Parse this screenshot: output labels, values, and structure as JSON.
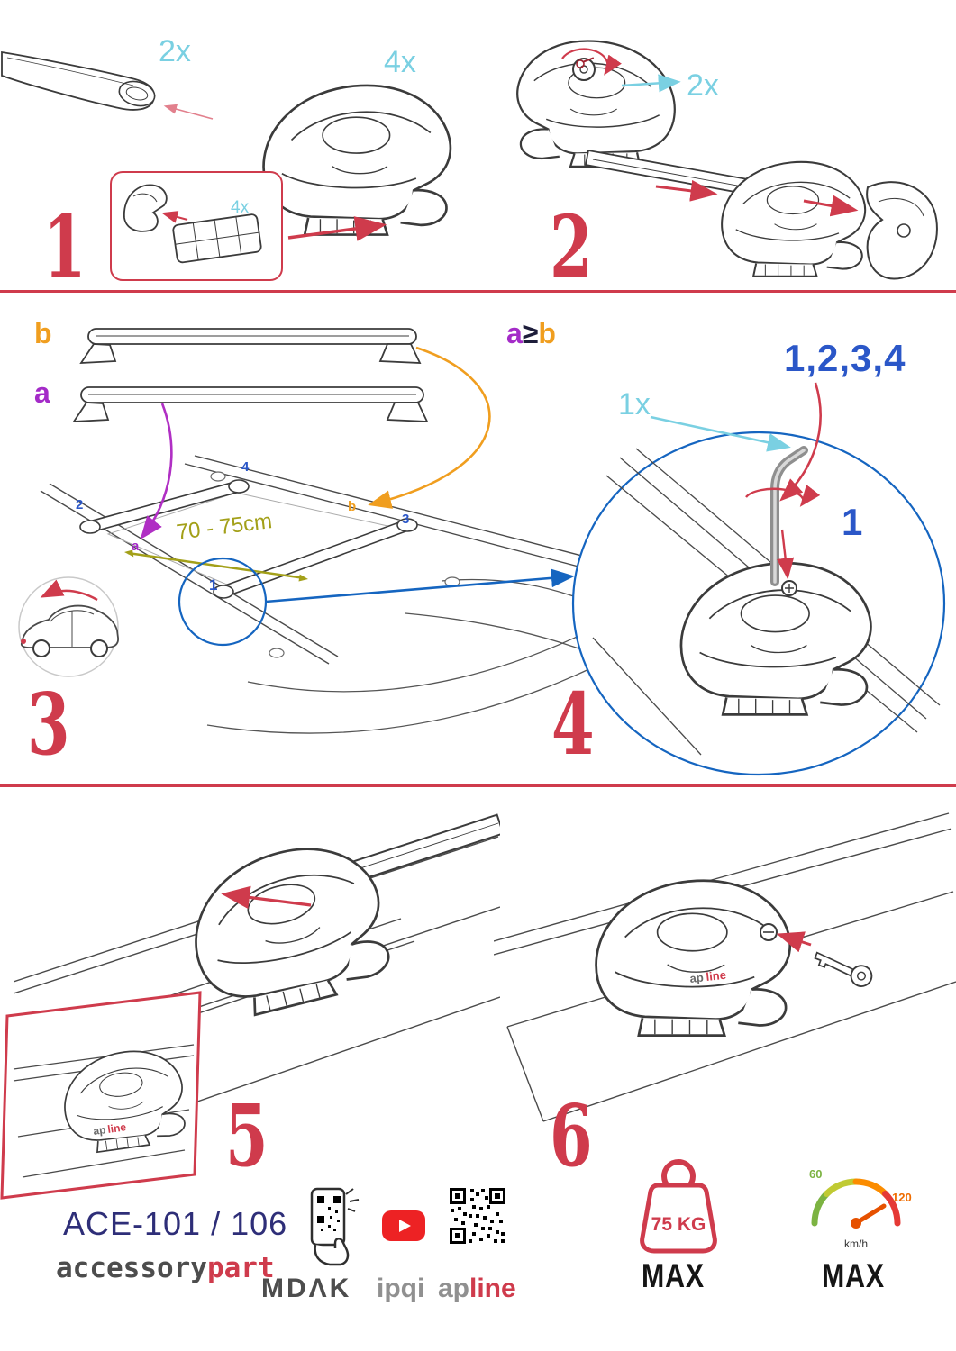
{
  "colors": {
    "accent_red": "#cf3b4c",
    "cyan": "#7ad0e2",
    "orange": "#f09e1f",
    "purple": "#a42bc8",
    "blue": "#2b57c8",
    "circle_blue": "#1565c0",
    "olive": "#a3a019",
    "navy_model": "#2e2e78",
    "gauge_green": "#7cb342",
    "gauge_red": "#e53935"
  },
  "step1": {
    "num": "1",
    "bar_qty": "2x",
    "foot_qty": "4x",
    "pad_qty": "4x"
  },
  "step2": {
    "num": "2",
    "lock_qty": "2x"
  },
  "step3": {
    "num": "3",
    "bar_b": "b",
    "bar_a": "a",
    "measure": "70 - 75cm",
    "roof": {
      "p1": "1",
      "p2": "2",
      "p3": "3",
      "p4": "4",
      "pa": "a",
      "pb": "b"
    }
  },
  "step4": {
    "num": "4",
    "cond_a": "a",
    "cond_op": "≥",
    "cond_b": "b",
    "order": "1,2,3,4",
    "tool_qty": "1x",
    "first": "1"
  },
  "step5": {
    "num": "5"
  },
  "step6": {
    "num": "6"
  },
  "brand": {
    "ap": "ap",
    "line": "line"
  },
  "footer": {
    "model": "ACE-101 / 106",
    "accessory": "accessory",
    "part": "part",
    "mdak": "MDΛK",
    "ipqi": "ipqi",
    "weight": "75 KG",
    "weight_max": "MAX",
    "speed_low": "60",
    "speed_high": "120",
    "speed_unit": "km/h",
    "speed_max": "MAX"
  }
}
